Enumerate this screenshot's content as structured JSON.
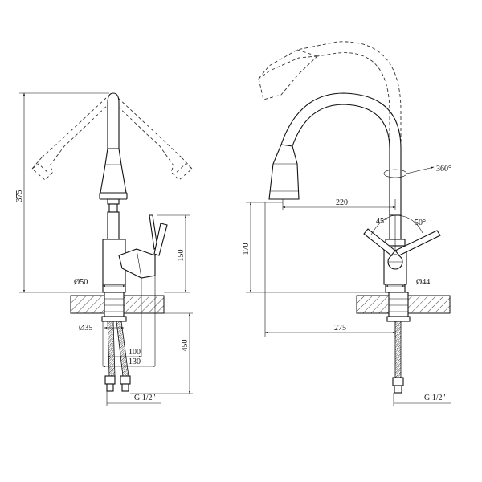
{
  "side_view": {
    "dim_height_total": "375",
    "dim_body_height": "150",
    "dim_base_diameter": "Ø50",
    "dim_hole_diameter": "Ø35",
    "dim_reach_100": "100",
    "dim_reach_130": "130",
    "dim_hose_length": "450",
    "dim_thread": "G 1/2\""
  },
  "front_view": {
    "dim_rotation": "360°",
    "dim_spout_reach": "220",
    "dim_spout_height": "170",
    "dim_angle_left": "45°",
    "dim_angle_right": "50°",
    "dim_base_diameter": "Ø44",
    "dim_total_reach": "275",
    "dim_thread": "G 1/2\""
  }
}
